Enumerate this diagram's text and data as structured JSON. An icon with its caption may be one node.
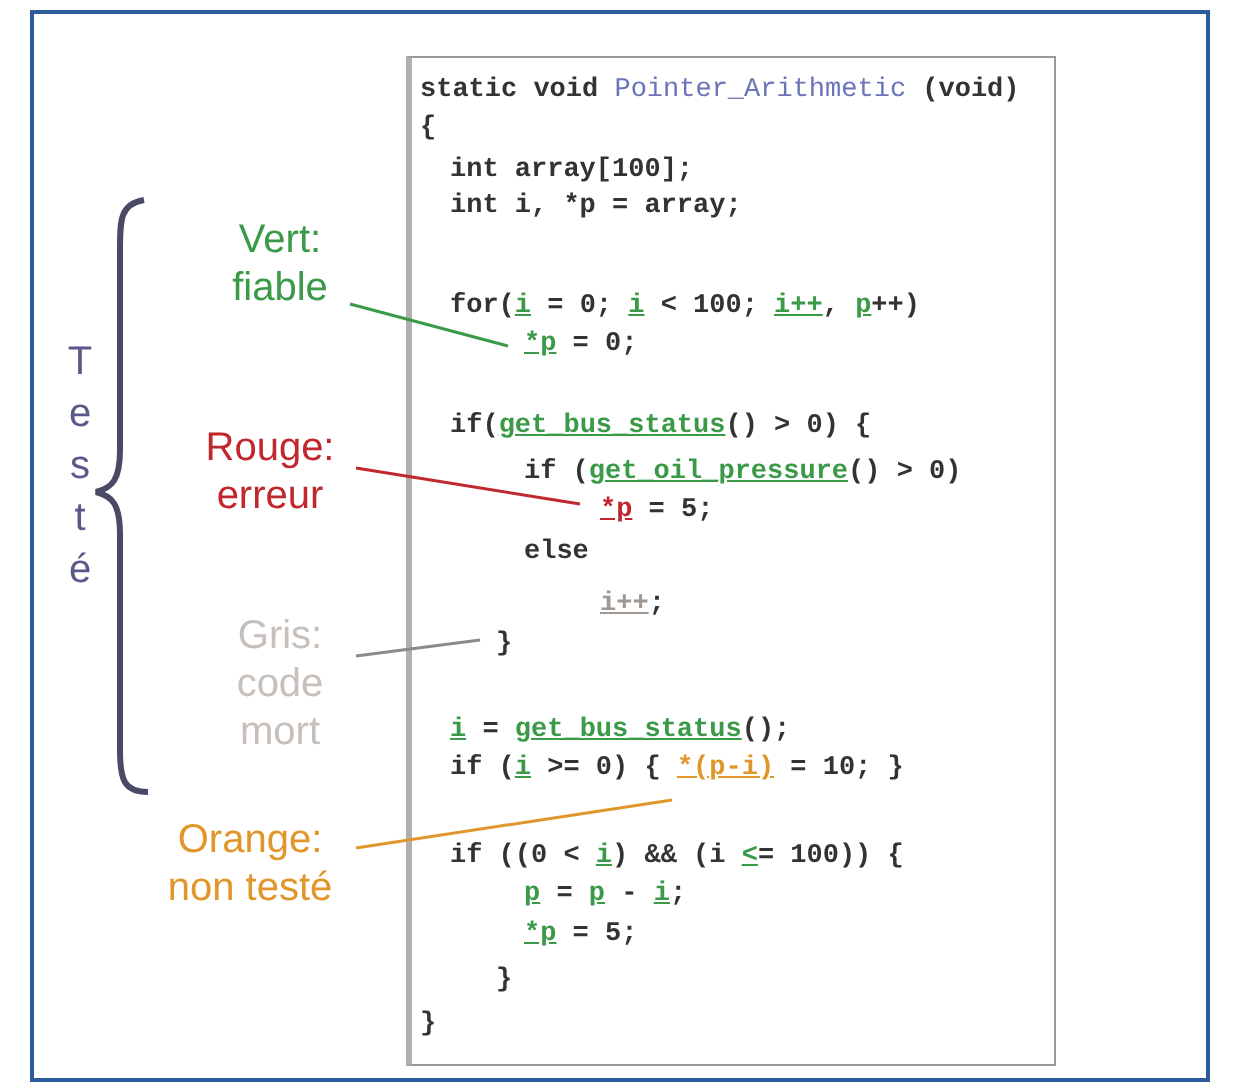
{
  "diagram": {
    "nodes": [
      {
        "text": [
          "Vert: fiable"
        ]
      },
      {
        "text": [
          "Rouge: erreur"
        ]
      },
      {
        "text": [
          "Gris: code mort"
        ]
      },
      {
        "text": [
          "Orange: non testé"
        ]
      }
    ],
    "edges": [
      {
        "from": 0,
        "to": null,
        "arrow": "none",
        "color": "#3a9a48"
      },
      {
        "from": 1,
        "to": null,
        "arrow": "none",
        "color": "#c0282d"
      },
      {
        "from": 2,
        "to": null,
        "arrow": "none",
        "color": "#8a8a8a"
      },
      {
        "from": 3,
        "to": null,
        "arrow": "none",
        "color": "#e0962a"
      }
    ],
    "labels": [
      "static void Pointer_Arithmetic (void)",
      "{",
      "int array[100];",
      "int i, *p = array;",
      "for(i = 0; i < 100; i++, p++)",
      "*p = 0;",
      "if(get_bus_status() > 0) {",
      "if (get_oil_pressure() > 0)",
      "*p = 5;",
      "else",
      "i++;",
      "}",
      "i = get_bus_status();",
      "if (i >= 0) { *(p-i) = 10; }",
      "if ((0 < i) && (i <= 100)) {",
      "p = p - i;",
      "*p = 5;",
      "}",
      "}",
      "Testé"
    ]
  }
}
